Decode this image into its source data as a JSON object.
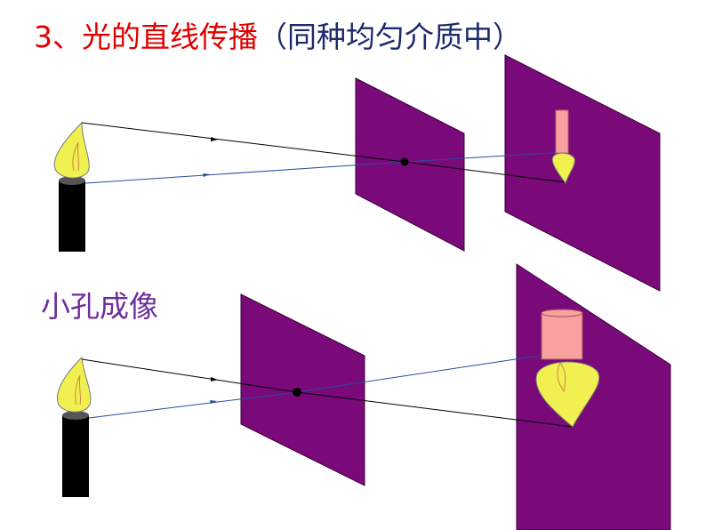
{
  "title": {
    "number": "3、",
    "main": "光的直线传播",
    "note": "（同种均匀介质中）"
  },
  "label": "小孔成像",
  "colors": {
    "screen": "#7a0a7a",
    "flame": "#f0f050",
    "candle": "#000000",
    "image_candle": "#f7a1a1",
    "ray_black": "#000000",
    "ray_blue": "#2a4aa0",
    "title_red": "#e00000",
    "title_navy": "#1c2a6e",
    "label_purple": "#6d2f9a"
  }
}
